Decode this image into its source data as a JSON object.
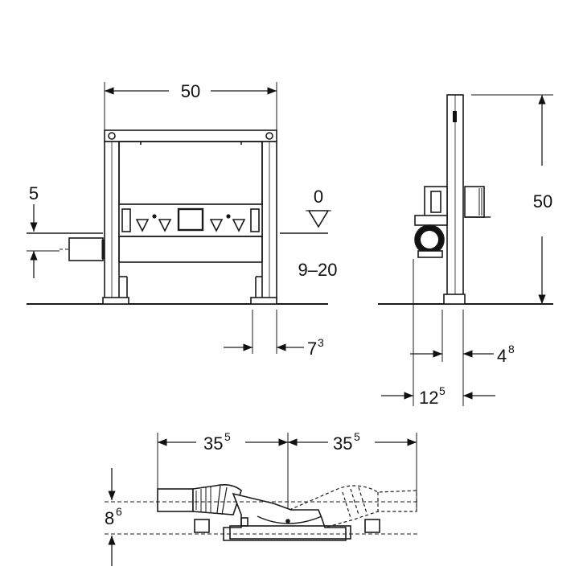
{
  "front_view": {
    "width_dim": "50",
    "left_offset_main": "5",
    "floor_level_main": "0",
    "floor_range": "9–20",
    "foot_offset_main": "7",
    "foot_offset_sup": "3"
  },
  "side_view": {
    "height_dim": "50",
    "offset_a_main": "4",
    "offset_a_sup": "8",
    "offset_b_main": "12",
    "offset_b_sup": "5"
  },
  "top_view": {
    "left_dim_main": "35",
    "left_dim_sup": "5",
    "right_dim_main": "35",
    "right_dim_sup": "5",
    "depth_main": "8",
    "depth_sup": "6"
  },
  "colors": {
    "line": "#1a1a1a",
    "fill": "#ffffff"
  }
}
